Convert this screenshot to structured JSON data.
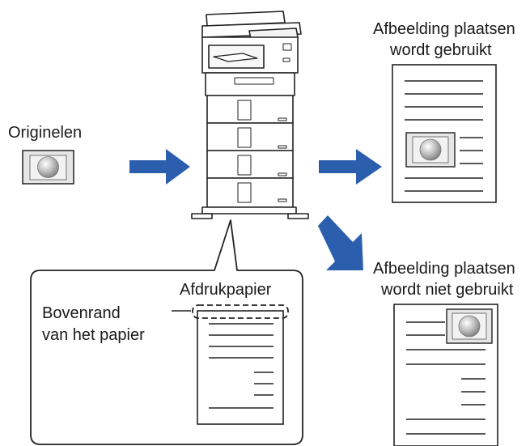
{
  "labels": {
    "originals": "Originelen",
    "used_line1": "Afbeelding plaatsen",
    "used_line2": "wordt gebruikt",
    "not_used_line1": "Afbeelding plaatsen",
    "not_used_line2": "wordt niet gebruikt",
    "print_paper": "Afdrukpapier",
    "top_edge_line1": "Bovenrand",
    "top_edge_line2": "van het papier"
  },
  "colors": {
    "arrow": "#2b5fad",
    "line": "#222222",
    "photo_frame": "#e6e6e6"
  },
  "icons": [
    "copier-icon",
    "photo-icon",
    "document-icon",
    "arrow-right-icon",
    "arrow-down-right-icon"
  ]
}
